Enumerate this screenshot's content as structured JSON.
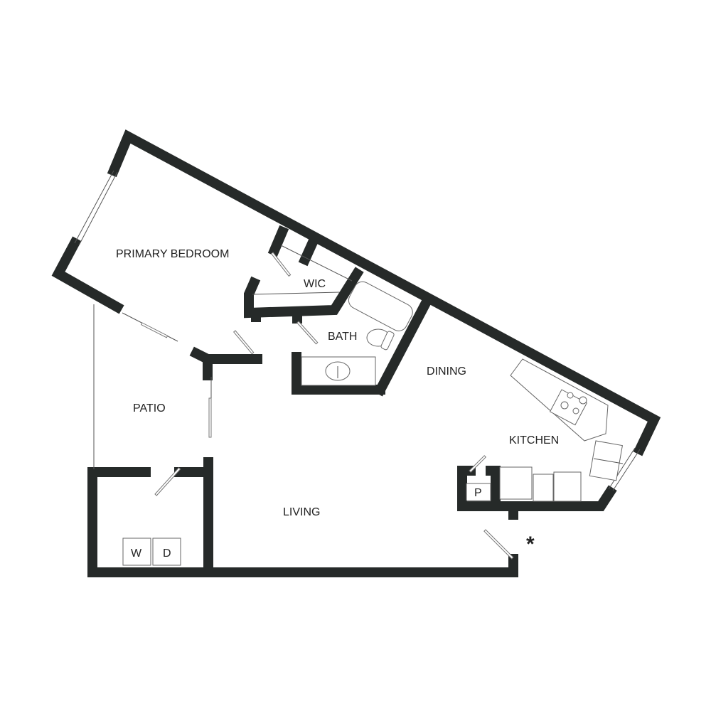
{
  "rooms": {
    "primary_bedroom": "PRIMARY BEDROOM",
    "wic": "WIC",
    "bath": "BATH",
    "dining": "DINING",
    "kitchen": "KITCHEN",
    "patio": "PATIO",
    "living": "LIVING",
    "pantry": "P",
    "washer": "W",
    "dryer": "D",
    "note_marker": "*"
  },
  "colors": {
    "wall": "#262a29",
    "fixture": "#666666"
  }
}
